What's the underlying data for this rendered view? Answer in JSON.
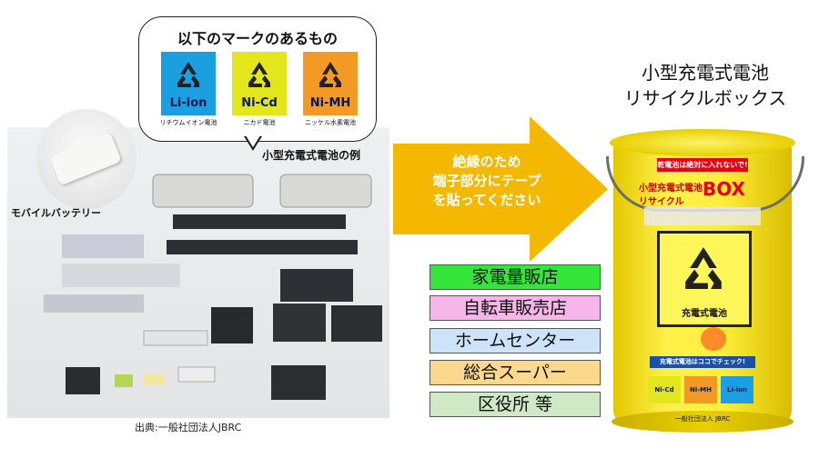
{
  "bubble": {
    "title": "以下のマークのあるもの",
    "marks": [
      {
        "code": "Li-ion",
        "caption": "リチウムイオン電池",
        "color": "#1a9fe0"
      },
      {
        "code": "Ni-Cd",
        "caption": "ニカド電池",
        "color": "#e3e61a"
      },
      {
        "code": "Ni-MH",
        "caption": "ニッケル水素電池",
        "color": "#f29a23"
      }
    ]
  },
  "photo": {
    "example_label": "小型充電式電池の例",
    "powerbank_label": "モバイルバッテリー",
    "source": "出典:一般社団法人JBRC"
  },
  "arrow": {
    "line1": "絶縁のため",
    "line2": "端子部分にテープ",
    "line3": "を貼ってください",
    "color": "#f5b800"
  },
  "stores": [
    {
      "label": "家電量販店",
      "color": "#35e63a"
    },
    {
      "label": "自転車販売店",
      "color": "#f7b6ea"
    },
    {
      "label": "ホームセンター",
      "color": "#cfe3f8"
    },
    {
      "label": "総合スーパー",
      "color": "#fcd88c"
    },
    {
      "label": "区役所 等",
      "color": "#cfe8c6"
    }
  ],
  "box_title": {
    "line1": "小型充電式電池",
    "line2": "リサイクルボックス"
  },
  "can": {
    "warning": "乾電池は絶対に入れないで!",
    "label_small": "小型充電式電池",
    "label_recycle": "リサイクル",
    "label_box": "BOX",
    "emblem_text": "充電式電池",
    "check": "充電式電池はココでチェック!",
    "chips": [
      "Ni-Cd",
      "Ni-MH",
      "Li-ion"
    ],
    "footer": "一般社団法人 JBRC"
  }
}
